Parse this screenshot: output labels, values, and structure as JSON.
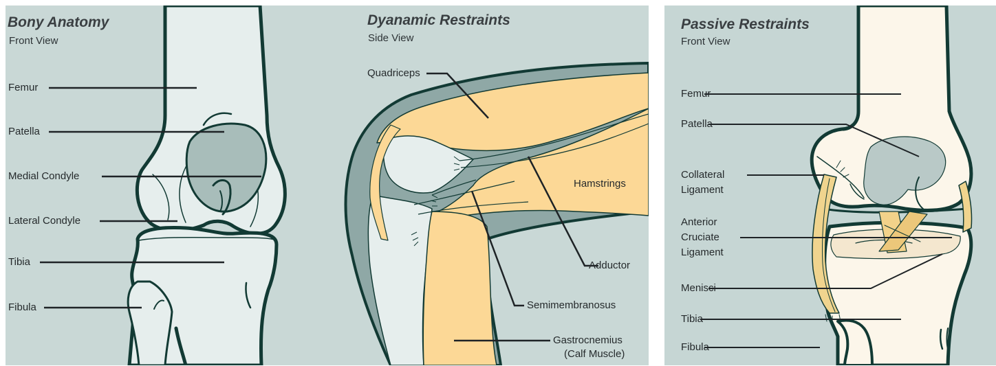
{
  "panels": {
    "bony": {
      "title": "Bony Anatomy",
      "subtitle": "Front View",
      "labels": [
        "Femur",
        "Patella",
        "Medial Condyle",
        "Lateral Condyle",
        "Tibia",
        "Fibula"
      ]
    },
    "dynamic": {
      "title": "Dyanamic Restraints",
      "subtitle": "Side View",
      "labels": [
        "Quadriceps",
        "Hamstrings",
        "Adductor",
        "Semimembranosus",
        "Gastrocnemius",
        "(Calf Muscle)"
      ]
    },
    "passive": {
      "title": "Passive Restraints",
      "subtitle": "Front View",
      "labels": [
        "Femur",
        "Patella",
        "Collateral",
        "Ligament",
        "Anterior",
        "Cruciate",
        "Ligament",
        "Menisci",
        "Tibia",
        "Fibula"
      ]
    }
  },
  "colors": {
    "background": "#c9d8d6",
    "bone": "#e6eeed",
    "outline": "#123a34",
    "muscle": "#fcd896",
    "sheath": "#8fa8a6",
    "passive_bone": "#fcf6ea"
  }
}
